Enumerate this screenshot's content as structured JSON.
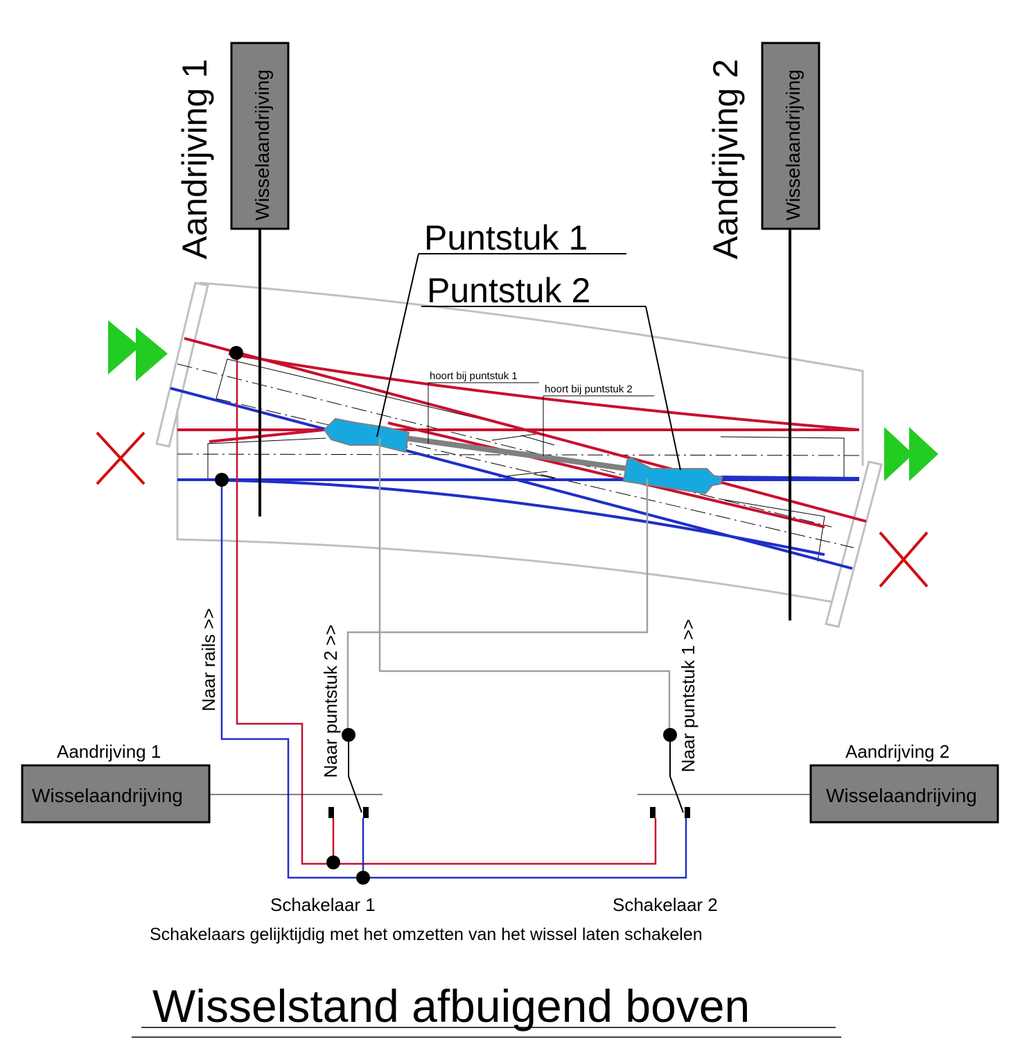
{
  "title": "Wisselstand afbuigend boven",
  "note": "Schakelaars gelijktijdig met het omzetten van het wissel laten schakelen",
  "drives": {
    "drive1": {
      "label": "Aandrijving 1",
      "box": "Wisselaandrijving"
    },
    "drive2": {
      "label": "Aandrijving 2",
      "box": "Wisselaandrijving"
    }
  },
  "frogs": {
    "frog1": {
      "label": "Puntstuk 1",
      "note": "hoort bij puntstuk 1"
    },
    "frog2": {
      "label": "Puntstuk 2",
      "note": "hoort bij puntstuk 2"
    }
  },
  "switches": {
    "switch1": "Schakelaar 1",
    "switch2": "Schakelaar 2"
  },
  "wire_labels": {
    "to_rails": "Naar rails >>",
    "to_frog2": "Naar puntstuk 2 >>",
    "to_frog1": "Naar puntstuk 1 >>"
  },
  "colors": {
    "rail_red": "#c8102e",
    "rail_blue": "#1f2fc8",
    "frog_fill": "#18a8e0",
    "drive_box": "#808080",
    "signal_go": "#22cc22",
    "signal_stop": "#d01010",
    "sleeper_outline": "#c0c0c0"
  }
}
